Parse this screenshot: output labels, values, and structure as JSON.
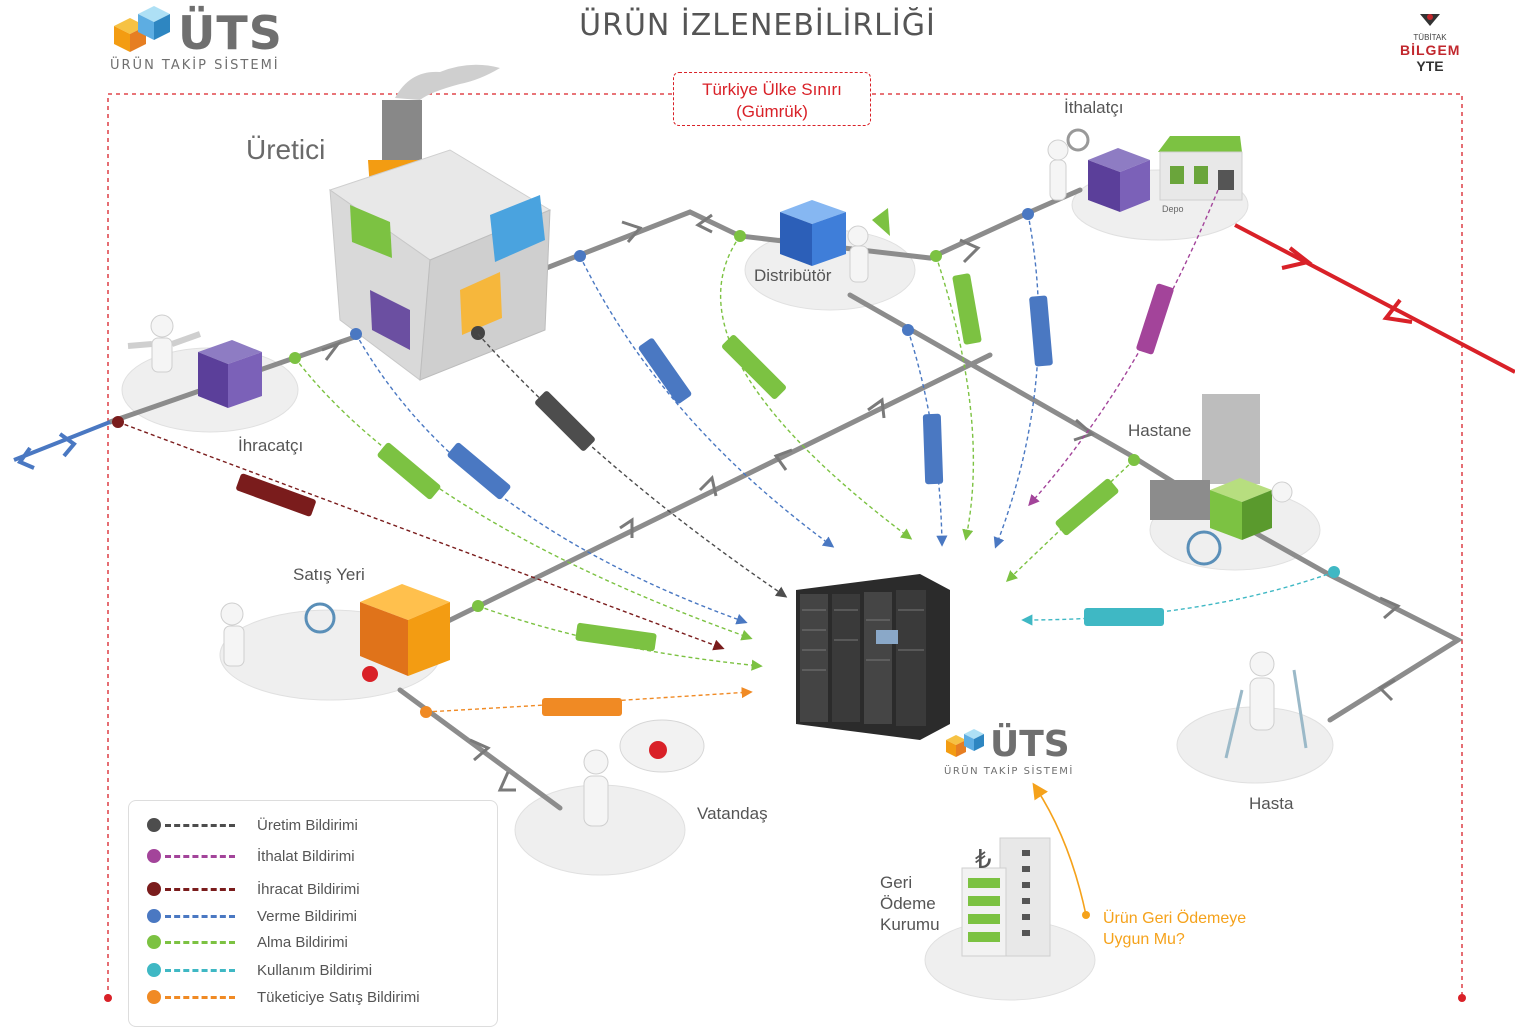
{
  "header": {
    "title": "ÜRÜN İZLENEBİLİRLİĞİ",
    "logo_text": "ÜTS",
    "logo_subtitle": "ÜRÜN TAKİP SİSTEMİ",
    "bilgem_top": "TÜBİTAK",
    "bilgem_mid": "BİLGEM",
    "bilgem_bottom": "YTE"
  },
  "border": {
    "line1": "Türkiye Ülke Sınırı",
    "line2": "(Gümrük)"
  },
  "nodes": {
    "uretici": "Üretici",
    "ithalatci": "İthalatçı",
    "depo": "Depo",
    "distributor": "Distribütör",
    "ihracatci": "İhracatçı",
    "hastane": "Hastane",
    "satis_yeri": "Satış Yeri",
    "vatandas": "Vatandaş",
    "hasta": "Hasta",
    "geri_odeme_1": "Geri",
    "geri_odeme_2": "Ödeme",
    "geri_odeme_3": "Kurumu"
  },
  "center_logo": {
    "text": "ÜTS",
    "subtitle": "ÜRÜN TAKİP SİSTEMİ"
  },
  "question": {
    "line1": "Ürün Geri Ödemeye",
    "line2": "Uygun Mu?"
  },
  "legend": [
    {
      "label": "Üretim Bildirimi",
      "color": "#4d4d4d"
    },
    {
      "label": "İthalat Bildirimi",
      "color": "#a3449a"
    },
    {
      "label": "İhracat Bildirimi",
      "color": "#7a1c1c"
    },
    {
      "label": "Verme Bildirimi",
      "color": "#4a78c2"
    },
    {
      "label": "Alma Bildirimi",
      "color": "#7cc242"
    },
    {
      "label": "Kullanım Bildirimi",
      "color": "#3fb8c4"
    },
    {
      "label": "Tüketiciye Satış Bildirimi",
      "color": "#f08a24"
    }
  ]
}
